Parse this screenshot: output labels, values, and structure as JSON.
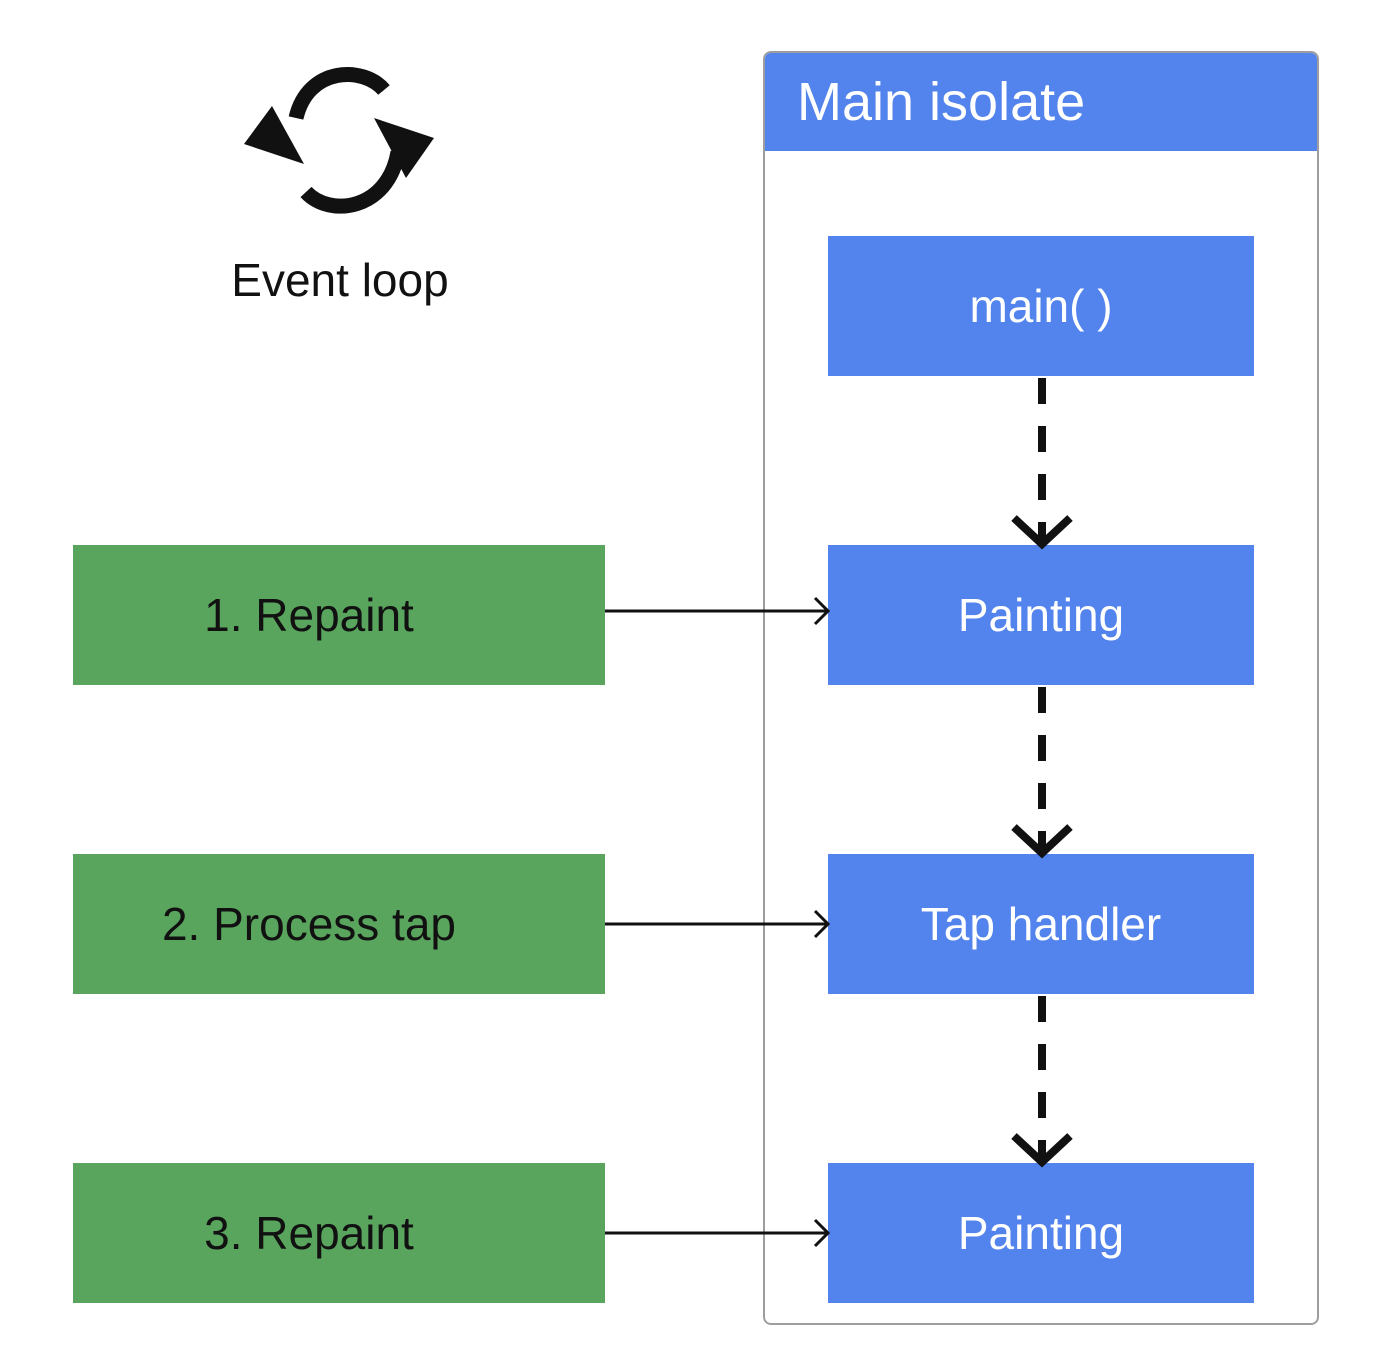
{
  "event_loop": {
    "icon": "sync-arrows-icon",
    "label": "Event loop"
  },
  "isolate": {
    "title": "Main isolate",
    "steps": [
      {
        "label": "main( )"
      },
      {
        "label": "Painting"
      },
      {
        "label": "Tap handler"
      },
      {
        "label": "Painting"
      }
    ]
  },
  "events": [
    {
      "label": "1. Repaint"
    },
    {
      "label": "2. Process tap"
    },
    {
      "label": "3. Repaint"
    }
  ],
  "colors": {
    "isolate_blue": "#5383EC",
    "event_green": "#5AA55E",
    "panel_border": "#9e9e9e",
    "ink": "#111111"
  }
}
